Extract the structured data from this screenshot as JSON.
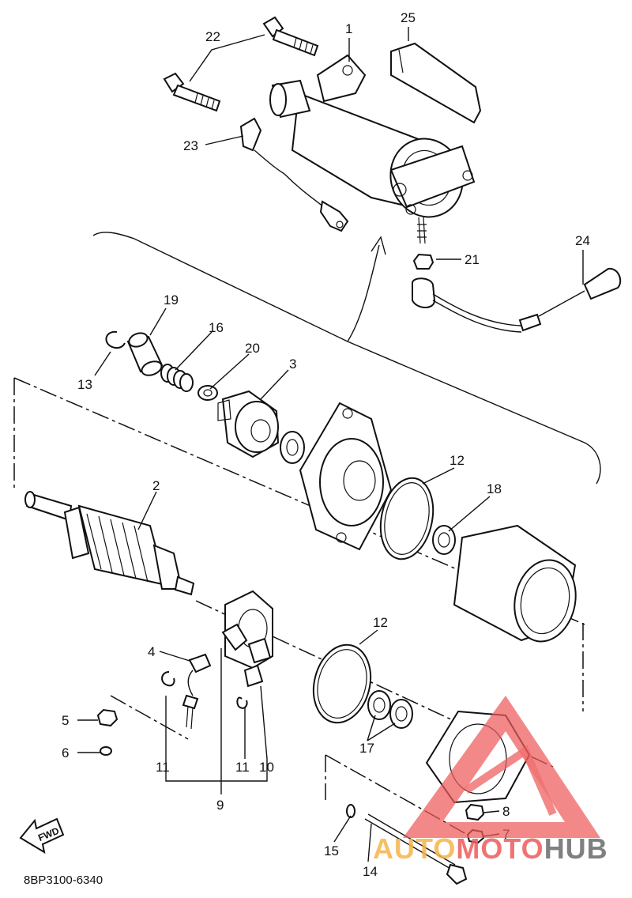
{
  "diagram": {
    "part_labels": {
      "p1": "1",
      "p2": "2",
      "p3": "3",
      "p4": "4",
      "p5": "5",
      "p6": "6",
      "p7": "7",
      "p8": "8",
      "p9": "9",
      "p10": "10",
      "p11a": "11",
      "p11b": "11",
      "p12a": "12",
      "p12b": "12",
      "p13": "13",
      "p14": "14",
      "p15": "15",
      "p16": "16",
      "p17": "17",
      "p18": "18",
      "p19": "19",
      "p20": "20",
      "p21": "21",
      "p22": "22",
      "p23": "23",
      "p24": "24",
      "p25": "25"
    },
    "diagram_code": "8BP3100-6340",
    "fwd_badge": "FWD"
  },
  "watermark": {
    "part1": "AUTO",
    "part2": "MOTO",
    "part3": "HUB",
    "colors": {
      "auto": "#f5b44a",
      "moto": "#ee5b5b",
      "hub": "#6b6b6b",
      "triangle": "#ee5b5b"
    }
  }
}
